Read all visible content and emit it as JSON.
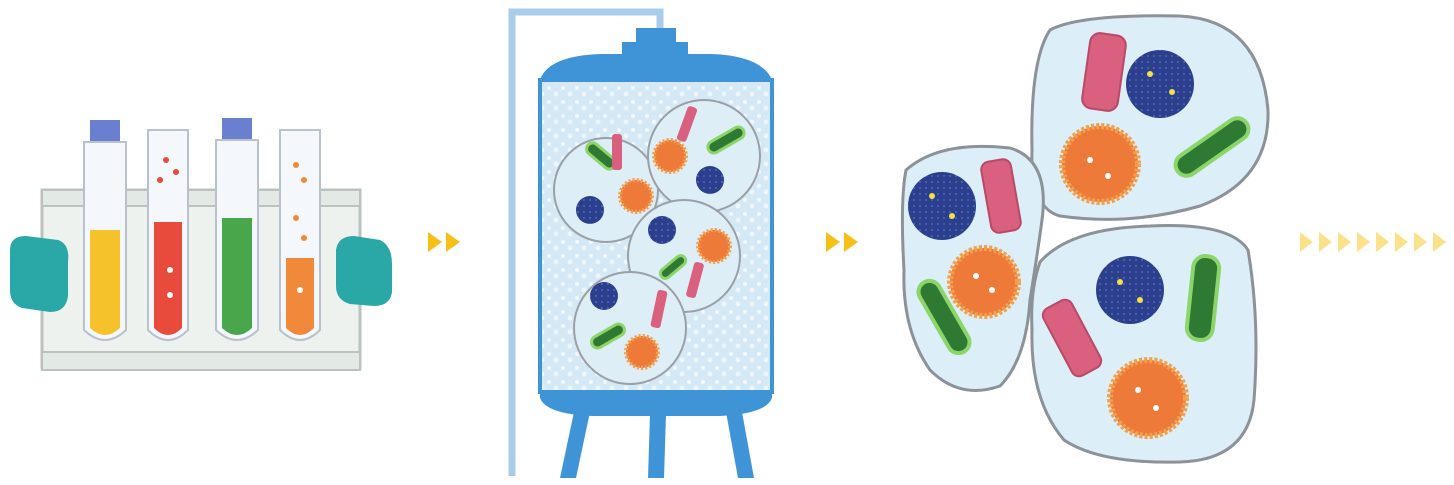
{
  "diagram": {
    "steps": [
      {
        "name": "test-tube-rack",
        "tubes": [
          "yellow",
          "red",
          "green",
          "orange"
        ]
      },
      {
        "name": "fermentation-tank"
      },
      {
        "name": "microbe-clusters",
        "cluster_count": 3
      }
    ],
    "arrows": [
      {
        "name": "double-chevron-arrow",
        "count": 2
      },
      {
        "name": "double-chevron-arrow",
        "count": 2
      },
      {
        "name": "trailing-chevrons",
        "count": 8
      }
    ],
    "colors": {
      "arrow": "#f6c018",
      "arrow_faded": "#fbe28a",
      "tank": "#3f94d8",
      "tank_fill": "#cfe6f6",
      "glove": "#2aa7a7",
      "cap": "#6b7fd0",
      "yellow": "#f5c22c",
      "red": "#e84a3c",
      "green": "#4aa64a",
      "orange": "#f08a3a",
      "navy_microbe": "#2c3f8c",
      "orange_microbe": "#ee7a3a",
      "pink_rod": "#d9607e",
      "green_rod": "#2f7a32",
      "cluster_fill": "#dceef7",
      "cluster_edge": "#9aa0a6"
    }
  }
}
